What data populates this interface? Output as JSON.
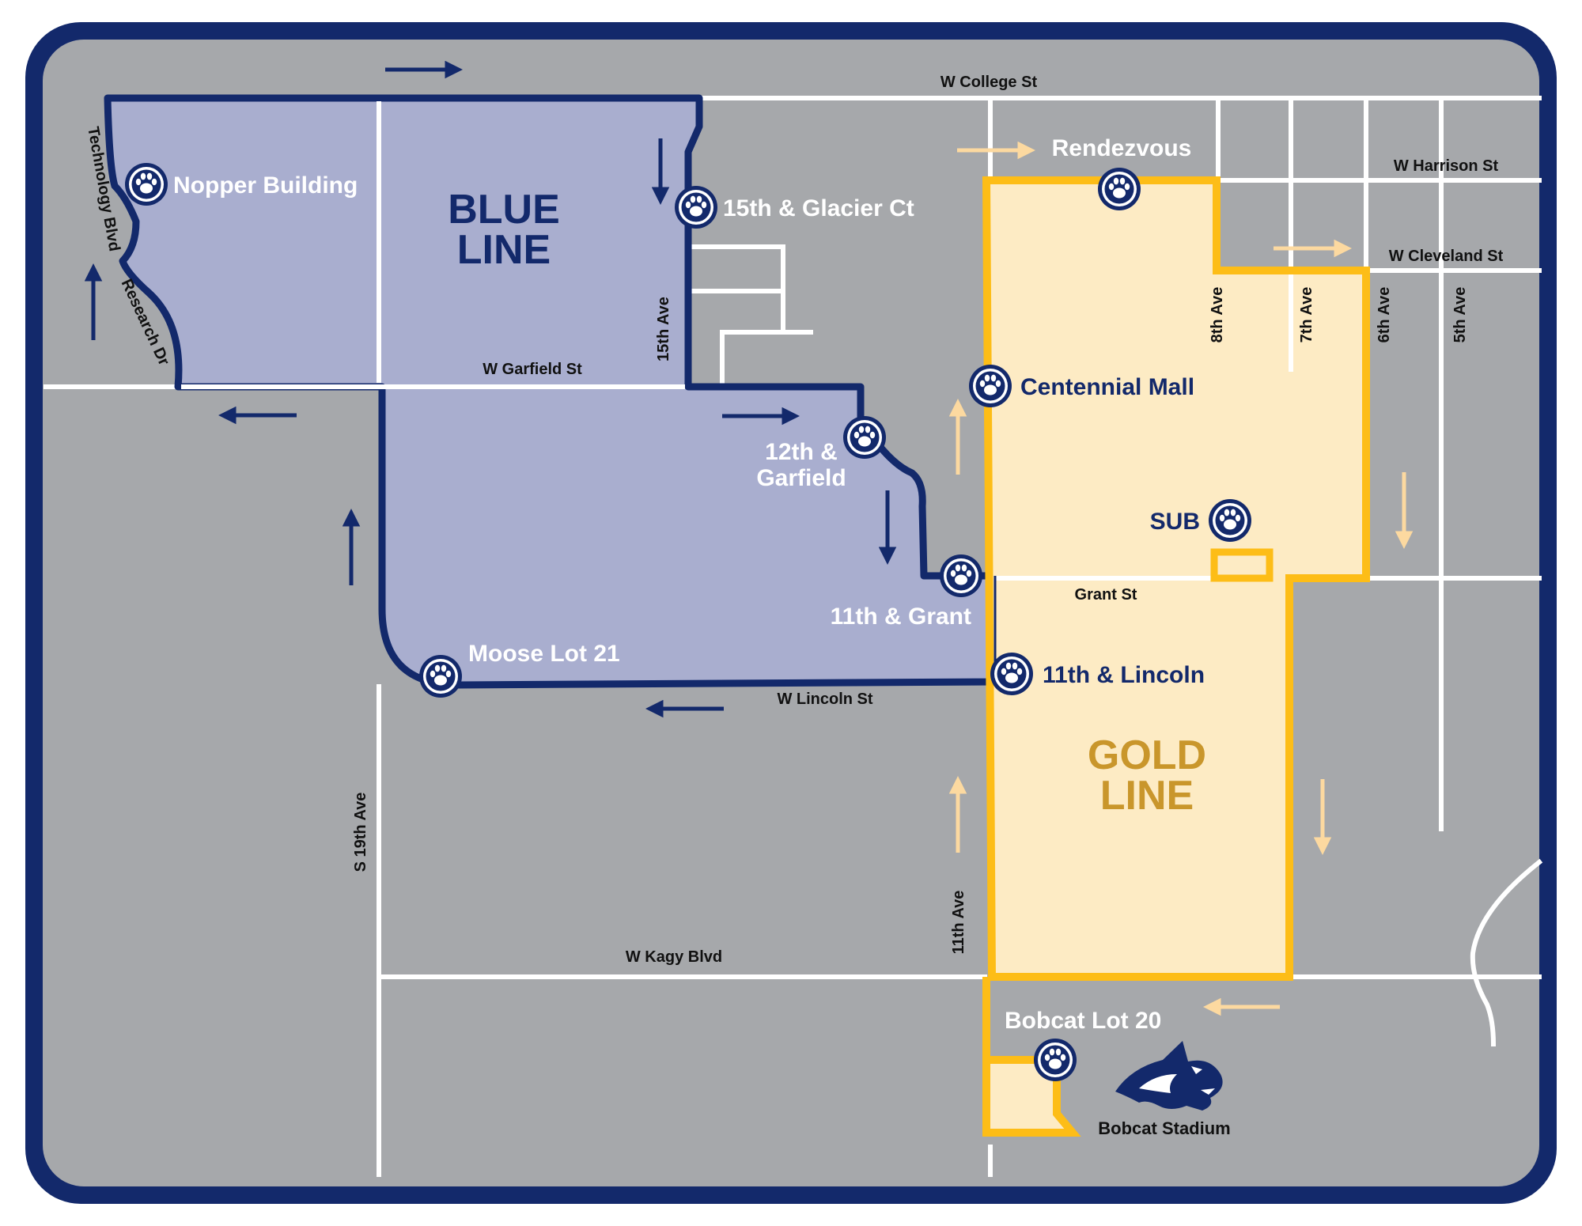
{
  "colors": {
    "frame": "#13296b",
    "background": "#a6a8ab",
    "road": "#ffffff",
    "blue_line": "#13296b",
    "blue_fill": "#a9aecf",
    "gold_line": "#fdbd17",
    "gold_fill": "#fdebc4",
    "gold_arrow": "#fcd9a0",
    "gold_title": "#c9962b"
  },
  "routes": {
    "blue": {
      "title_line1": "BLUE",
      "title_line2": "LINE"
    },
    "gold": {
      "title_line1": "GOLD",
      "title_line2": "LINE"
    }
  },
  "streets": {
    "w_college": "W College St",
    "w_harrison": "W Harrison St",
    "w_cleveland": "W Cleveland St",
    "w_garfield": "W Garfield St",
    "grant": "Grant St",
    "w_lincoln": "W Lincoln St",
    "w_kagy": "W Kagy Blvd",
    "technology": "Technology Blvd",
    "research": "Research Dr",
    "ave_15": "15th Ave",
    "ave_8": "8th Ave",
    "ave_7": "7th Ave",
    "ave_6": "6th Ave",
    "ave_5": "5th Ave",
    "ave_19": "S 19th Ave",
    "ave_11": "11th Ave"
  },
  "stops": {
    "nopper": "Nopper Building",
    "glacier": "15th & Glacier Ct",
    "garfield_12_line1": "12th &",
    "garfield_12_line2": "Garfield",
    "grant_11": "11th & Grant",
    "moose": "Moose Lot 21",
    "lincoln_11": "11th & Lincoln",
    "rendezvous": "Rendezvous",
    "centennial": "Centennial Mall",
    "sub": "SUB",
    "bobcat_lot": "Bobcat Lot 20"
  },
  "landmarks": {
    "stadium": "Bobcat Stadium"
  },
  "icons": {
    "stop": "paw-print-icon",
    "logo": "bobcat-head-icon",
    "direction": "arrow-icon"
  }
}
